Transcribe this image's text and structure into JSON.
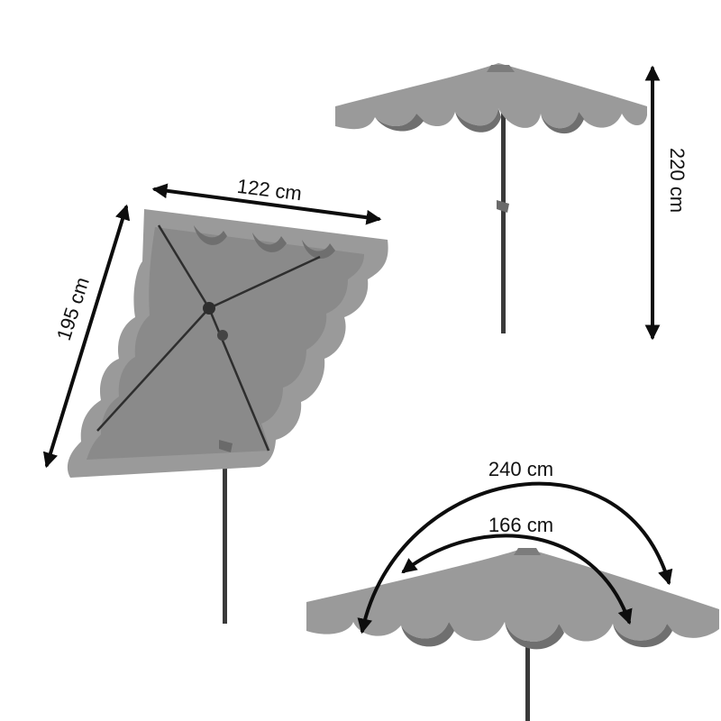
{
  "colors": {
    "background": "#ffffff",
    "canopy_light": "#9a9a9a",
    "canopy_mid": "#8a8a8a",
    "canopy_shadow": "#6f6f6f",
    "canopy_inner": "#7c7c7c",
    "pole": "#3a3a3a",
    "arrow": "#0d0d0d"
  },
  "dimensions": {
    "width_label": "122 cm",
    "length_label": "195 cm",
    "height_label": "220 cm",
    "diagonal_label": "240 cm",
    "side_label": "166 cm"
  }
}
